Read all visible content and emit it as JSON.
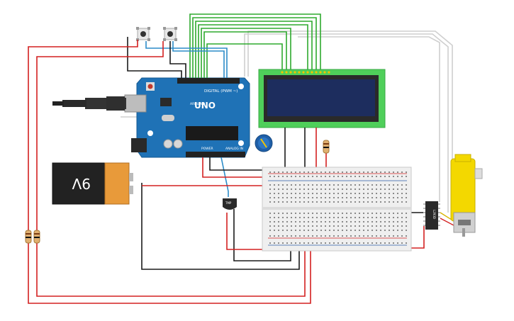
{
  "arduino": {
    "brand": "UNO",
    "maker": "ARDUINO",
    "digital_label": "DIGITAL (PWM ~)",
    "power_label": "POWER",
    "analog_label": "ANALOG IN",
    "color": "#1f72b6"
  },
  "battery": {
    "label": "9V"
  },
  "sensor": {
    "label": "TMP"
  },
  "driver": {
    "label": "L293D"
  },
  "colors": {
    "wire_red": "#d32020",
    "wire_black": "#1a1a1a",
    "wire_green": "#2eaa2e",
    "wire_blue": "#2c8cc8",
    "wire_gray": "#c8c8c8",
    "lcd_frame": "#4fcf5a",
    "lcd_screen": "#1d2d5e",
    "motor": "#f3d800",
    "breadboard": "#efefef"
  }
}
